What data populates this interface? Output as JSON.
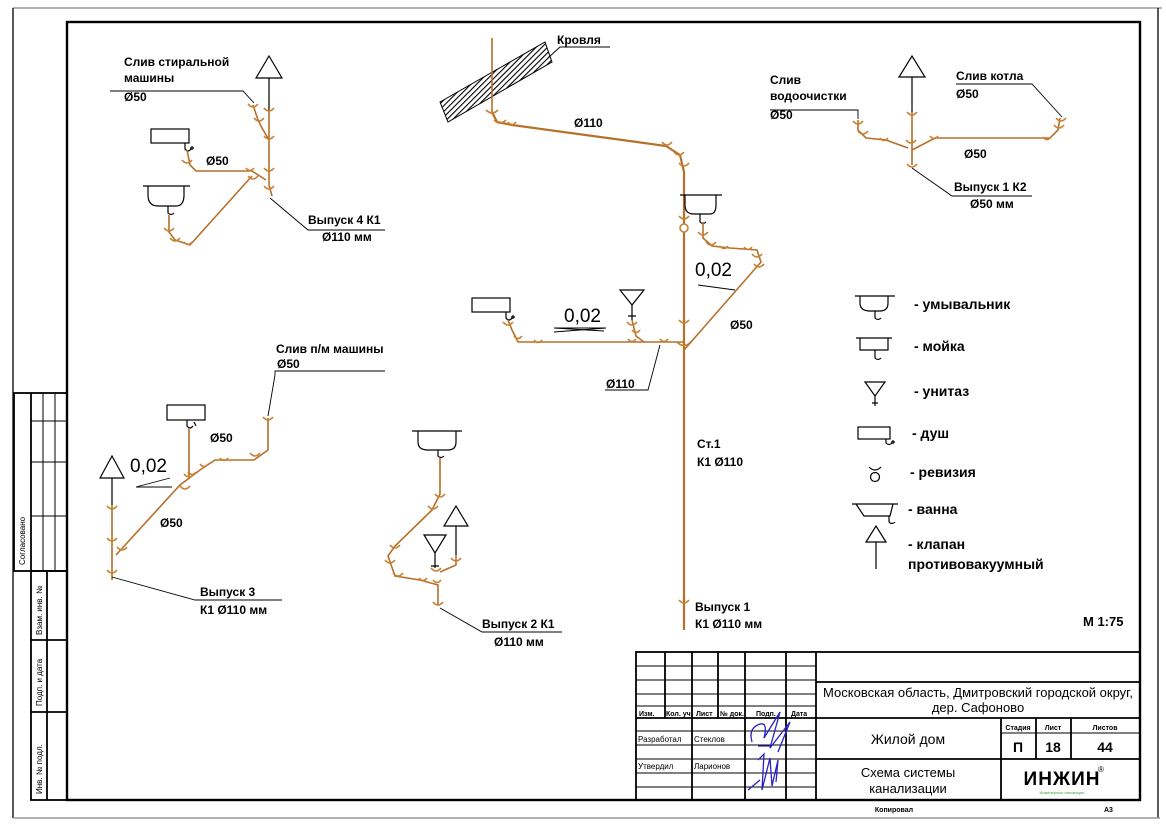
{
  "drawing": {
    "title": "Схема системы канализации",
    "scale": "М 1:75",
    "risers": [
      {
        "id": "st1",
        "label_line1": "Ст.1",
        "label_line2": "К1 Ø110"
      }
    ],
    "roof": {
      "label": "Кровля",
      "pipe_diameter": "Ø110"
    },
    "outlets": [
      {
        "id": "outlet1",
        "line1": "Выпуск 1",
        "line2": "К1 Ø110 мм"
      },
      {
        "id": "outlet2",
        "line1": "Выпуск 2 К1",
        "line2": "Ø110 мм"
      },
      {
        "id": "outlet3",
        "line1": "Выпуск 3",
        "line2": "К1 Ø110 мм"
      },
      {
        "id": "outlet4",
        "line1": "Выпуск 4 К1",
        "line2": "Ø110 мм"
      },
      {
        "id": "outlet1k2",
        "line1": "Выпуск 1 К2",
        "line2": "Ø50 мм"
      }
    ],
    "drains": [
      {
        "id": "washing-machine",
        "line1": "Слив стиральной",
        "line2": "машины",
        "line3": "Ø50"
      },
      {
        "id": "water-treatment",
        "line1": "Слив",
        "line2": "водоочистки",
        "line3": "Ø50"
      },
      {
        "id": "boiler",
        "line1": "Слив котла",
        "line2": "Ø50"
      },
      {
        "id": "dishwasher",
        "line1": "Слив п/м машины",
        "line2": "Ø50"
      }
    ],
    "diameters": {
      "d50": "Ø50",
      "d110": "Ø110"
    },
    "slopes": {
      "s1": "0,02",
      "s2": "0,02",
      "s3": "0,02"
    },
    "legend": [
      {
        "symbol": "washbasin-icon",
        "label": "- умывальник"
      },
      {
        "symbol": "sink-icon",
        "label": "- мойка"
      },
      {
        "symbol": "toilet-icon",
        "label": "- унитаз"
      },
      {
        "symbol": "shower-icon",
        "label": "- душ"
      },
      {
        "symbol": "cleanout-icon",
        "label": "- ревизия"
      },
      {
        "symbol": "bathtub-icon",
        "label": "- ванна"
      },
      {
        "symbol": "vacuum-valve-icon",
        "label_line1": "- клапан",
        "label_line2": "противовакуумный"
      }
    ],
    "colors": {
      "pipe": "#b5702a",
      "signature": "#2a20c8",
      "logo_text": "#000000",
      "logo_sub": "#3aa83a"
    }
  },
  "title_block": {
    "location_line1": "Московская область, Дмитровский городской округ,",
    "location_line2": "дер. Сафоново",
    "object": "Жилой дом",
    "sheet_title_line1": "Схема системы",
    "sheet_title_line2": "канализации",
    "columns": [
      "Изм.",
      "Кол. уч.",
      "Лист",
      "№ док.",
      "Подп.",
      "Дата"
    ],
    "roles": [
      {
        "role": "Разработал",
        "name": "Стеклов"
      },
      {
        "role": "Утвердил",
        "name": "Ларионов"
      }
    ],
    "stage_label": "Стадия",
    "sheet_label": "Лист",
    "sheets_label": "Листов",
    "stage": "П",
    "sheet": "18",
    "sheets": "44",
    "logo": "ИНЖИН",
    "logo_mark": "®",
    "logo_sub": "Инженерные инновации",
    "copied_label": "Копировал",
    "format": "А3"
  },
  "side_stamp": {
    "agreed": "Согласовано",
    "fields": [
      "Взам. инв. №",
      "Подп. и дата",
      "Инв. № подл."
    ]
  }
}
